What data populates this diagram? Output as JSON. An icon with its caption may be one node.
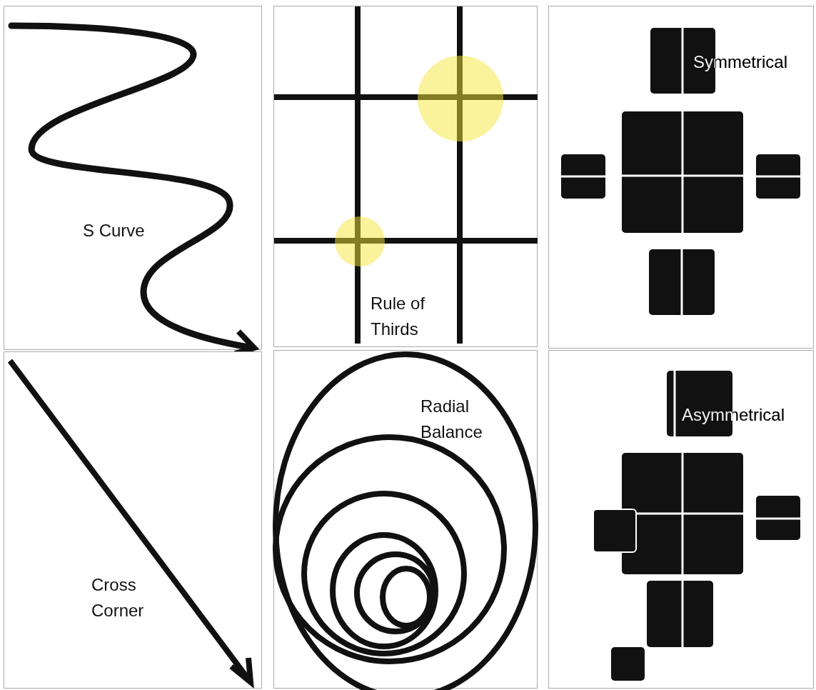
{
  "diagram": {
    "nodes": [
      {
        "text": [
          "S Curve"
        ]
      },
      {
        "text": [
          "Rule of Thirds"
        ]
      },
      {
        "text": [
          "Symmetrical"
        ]
      },
      {
        "text": [
          "Cross Corner"
        ]
      },
      {
        "text": [
          "Radial Balance"
        ]
      },
      {
        "text": [
          "Asymmetrical"
        ]
      }
    ]
  }
}
